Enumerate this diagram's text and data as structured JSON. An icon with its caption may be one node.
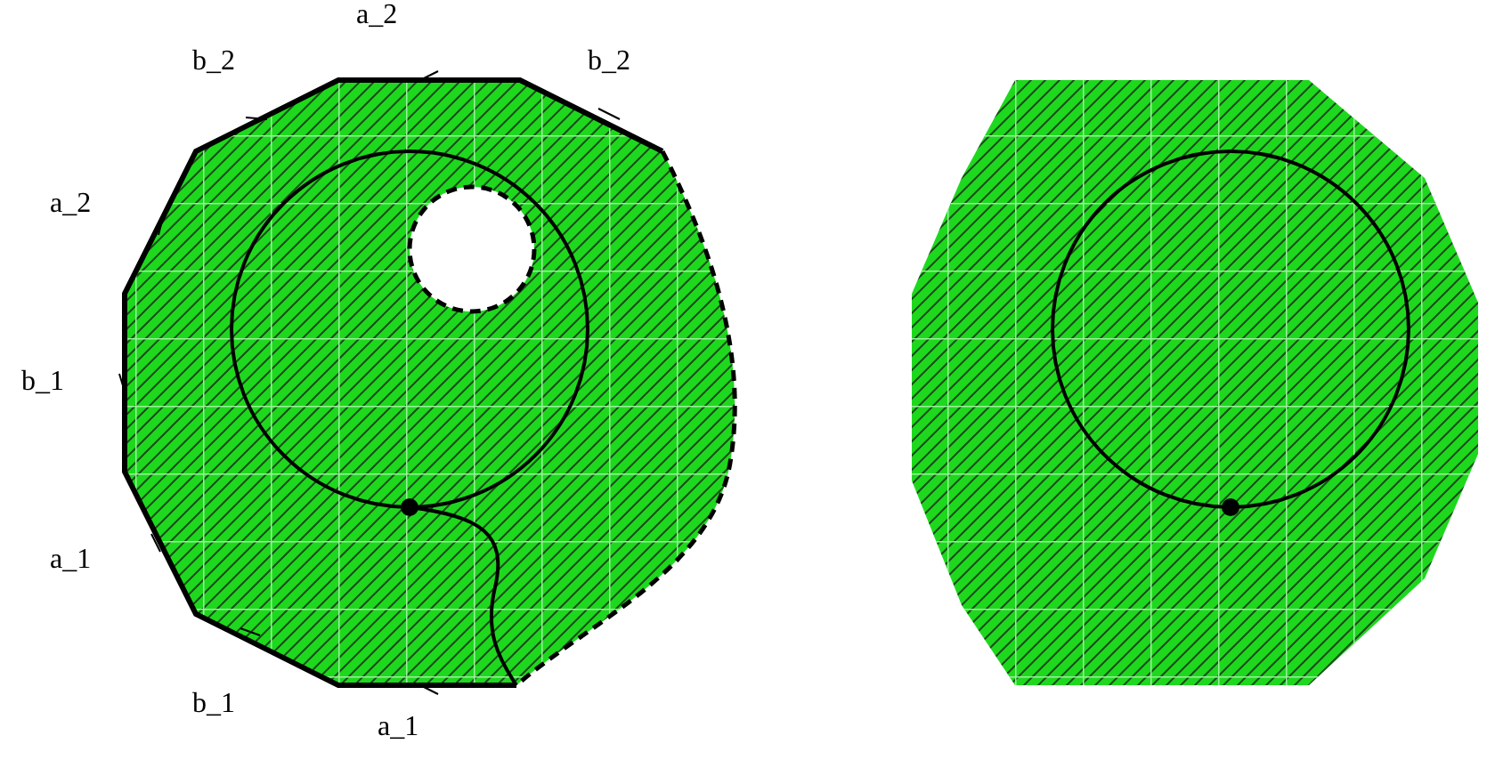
{
  "diagram": {
    "labels": [
      "a_2",
      "b_2",
      "b_2",
      "a_2",
      "b_1",
      "a_1",
      "b_1",
      "a_1"
    ]
  }
}
